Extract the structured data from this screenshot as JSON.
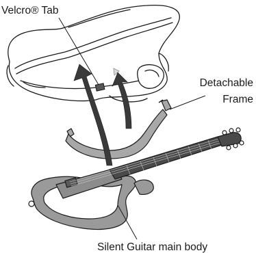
{
  "labels": {
    "velcro_tab": "Velcro® Tab",
    "detachable_frame_line1": "Detachable",
    "detachable_frame_line2": "Frame",
    "main_body": "Silent Guitar main body"
  },
  "colors": {
    "line": "#1a1a1a",
    "bag_fill": "#ffffff",
    "frame_fill": "#a8a8a8",
    "body_fill": "#9a9a9a",
    "neck_fill": "#4a4a4a",
    "arrow_fill": "#3a3a3a",
    "tab_fill": "#555555"
  }
}
